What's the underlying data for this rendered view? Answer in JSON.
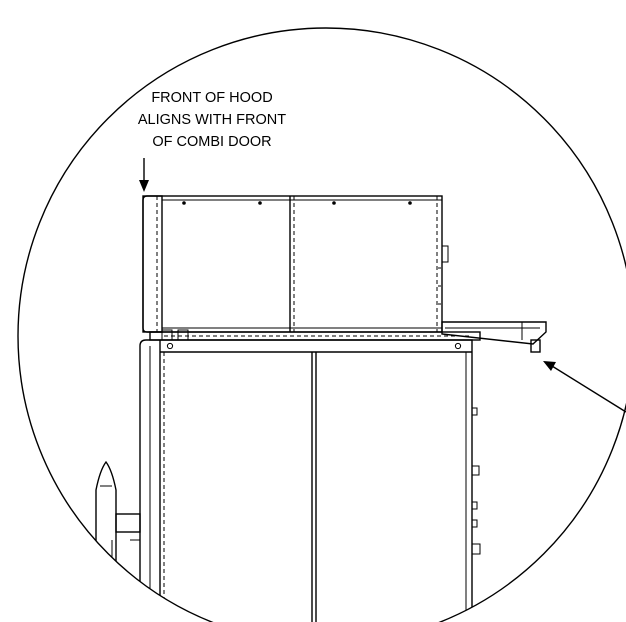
{
  "callout": {
    "lines": [
      "FRONT OF HOOD",
      "ALIGNS WITH FRONT",
      "OF COMBI DOOR"
    ]
  },
  "colors": {
    "ink": "#000000",
    "paper": "#ffffff"
  }
}
